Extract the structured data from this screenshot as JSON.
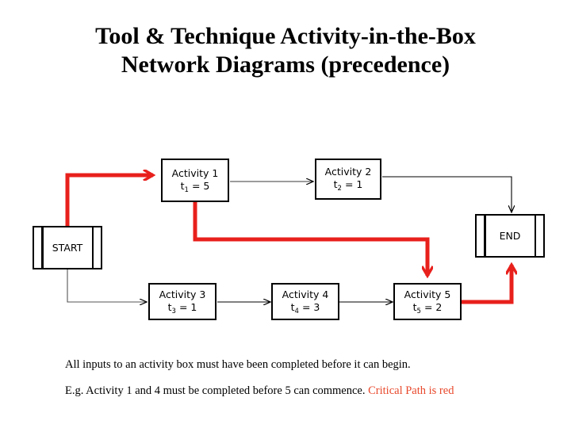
{
  "slide": {
    "title_line1": "Tool & Technique Activity-in-the-Box",
    "title_line2": "Network Diagrams (precedence)",
    "background": "#FFFFFF"
  },
  "colors": {
    "critical_path": "#E8201C",
    "critical_text": "#E8482B",
    "connector": "#000000",
    "box_border": "#000000",
    "box_fill": "#FFFFFF"
  },
  "diagram": {
    "type": "precedence-network",
    "terminators": [
      {
        "id": "start",
        "label": "START"
      },
      {
        "id": "end",
        "label": "END"
      }
    ],
    "activities": [
      {
        "id": "a1",
        "name": "Activity 1",
        "dur_symbol": "t",
        "dur_sub": "1",
        "duration": 5,
        "dur_text": "t1 = 5",
        "critical": true
      },
      {
        "id": "a2",
        "name": "Activity 2",
        "dur_symbol": "t",
        "dur_sub": "2",
        "duration": 1,
        "dur_text": "t2 = 1",
        "critical": false
      },
      {
        "id": "a3",
        "name": "Activity 3",
        "dur_symbol": "t",
        "dur_sub": "3",
        "duration": 1,
        "dur_text": "t3 = 1",
        "critical": false
      },
      {
        "id": "a4",
        "name": "Activity 4",
        "dur_symbol": "t",
        "dur_sub": "4",
        "duration": 3,
        "dur_text": "t4 = 3",
        "critical": false
      },
      {
        "id": "a5",
        "name": "Activity 5",
        "dur_symbol": "t",
        "dur_sub": "5",
        "duration": 2,
        "dur_text": "t5 = 2",
        "critical": true
      }
    ],
    "links": [
      {
        "from": "start",
        "to": "a1",
        "critical": true
      },
      {
        "from": "start",
        "to": "a3",
        "critical": false
      },
      {
        "from": "a1",
        "to": "a2",
        "critical": false
      },
      {
        "from": "a1",
        "to": "a5",
        "critical": true
      },
      {
        "from": "a2",
        "to": "end",
        "critical": false
      },
      {
        "from": "a3",
        "to": "a4",
        "critical": false
      },
      {
        "from": "a4",
        "to": "a5",
        "critical": false
      },
      {
        "from": "a5",
        "to": "end",
        "critical": true
      }
    ],
    "critical_path": [
      "START",
      "Activity 1",
      "Activity 5",
      "END"
    ]
  },
  "captions": {
    "line1": "All inputs to an activity box must have been completed before it can begin.",
    "line2_plain": "E.g. Activity 1 and 4 must be completed before 5 can commence. ",
    "line2_critical": "Critical Path is red"
  }
}
